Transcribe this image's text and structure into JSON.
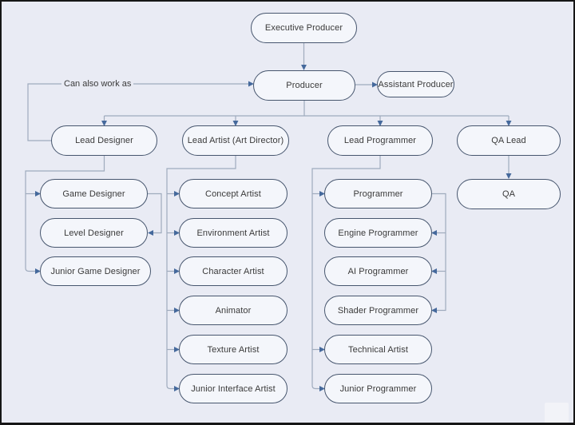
{
  "diagram": {
    "type": "org-chart",
    "subject": "Game development team hierarchy",
    "colors": {
      "background": "#e9ebf4",
      "node_fill": "#f4f6fb",
      "node_border": "#47566e",
      "connector": "#9fabbd",
      "arrowhead": "#45699c",
      "text": "#3a3a3a"
    },
    "nodes": {
      "executive_producer": {
        "label": "Executive Producer"
      },
      "producer": {
        "label": "Producer"
      },
      "assistant_producer": {
        "label": "Assistant Producer"
      },
      "lead_designer": {
        "label": "Lead Designer"
      },
      "lead_artist": {
        "label": "Lead Artist (Art Director)"
      },
      "lead_programmer": {
        "label": "Lead Programmer"
      },
      "qa_lead": {
        "label": "QA Lead"
      },
      "game_designer": {
        "label": "Game Designer"
      },
      "level_designer": {
        "label": "Level Designer"
      },
      "junior_game_designer": {
        "label": "Junior Game Designer"
      },
      "concept_artist": {
        "label": "Concept Artist"
      },
      "environment_artist": {
        "label": "Environment Artist"
      },
      "character_artist": {
        "label": "Character Artist"
      },
      "animator": {
        "label": "Animator"
      },
      "texture_artist": {
        "label": "Texture Artist"
      },
      "junior_interface_artist": {
        "label": "Junior Interface Artist"
      },
      "programmer": {
        "label": "Programmer"
      },
      "engine_programmer": {
        "label": "Engine Programmer"
      },
      "ai_programmer": {
        "label": "AI Programmer"
      },
      "shader_programmer": {
        "label": "Shader Programmer"
      },
      "technical_artist": {
        "label": "Technical Artist"
      },
      "junior_programmer": {
        "label": "Junior Programmer"
      },
      "qa": {
        "label": "QA"
      }
    },
    "edge_labels": {
      "can_also_work_as": "Can also work as"
    },
    "edges": [
      {
        "from": "executive_producer",
        "to": "producer"
      },
      {
        "from": "producer",
        "to": "assistant_producer"
      },
      {
        "from": "lead_designer",
        "to": "producer",
        "label": "Can also work as"
      },
      {
        "from": "producer",
        "to": "lead_designer"
      },
      {
        "from": "producer",
        "to": "lead_artist"
      },
      {
        "from": "producer",
        "to": "lead_programmer"
      },
      {
        "from": "producer",
        "to": "qa_lead"
      },
      {
        "from": "lead_designer",
        "to": "game_designer"
      },
      {
        "from": "game_designer",
        "to": "level_designer"
      },
      {
        "from": "lead_designer",
        "to": "junior_game_designer"
      },
      {
        "from": "lead_artist",
        "to": "concept_artist"
      },
      {
        "from": "lead_artist",
        "to": "environment_artist"
      },
      {
        "from": "lead_artist",
        "to": "character_artist"
      },
      {
        "from": "lead_artist",
        "to": "animator"
      },
      {
        "from": "lead_artist",
        "to": "texture_artist"
      },
      {
        "from": "lead_artist",
        "to": "junior_interface_artist"
      },
      {
        "from": "lead_programmer",
        "to": "programmer"
      },
      {
        "from": "programmer",
        "to": "engine_programmer"
      },
      {
        "from": "programmer",
        "to": "ai_programmer"
      },
      {
        "from": "programmer",
        "to": "shader_programmer"
      },
      {
        "from": "lead_programmer",
        "to": "technical_artist"
      },
      {
        "from": "lead_programmer",
        "to": "junior_programmer"
      },
      {
        "from": "qa_lead",
        "to": "qa"
      }
    ]
  }
}
